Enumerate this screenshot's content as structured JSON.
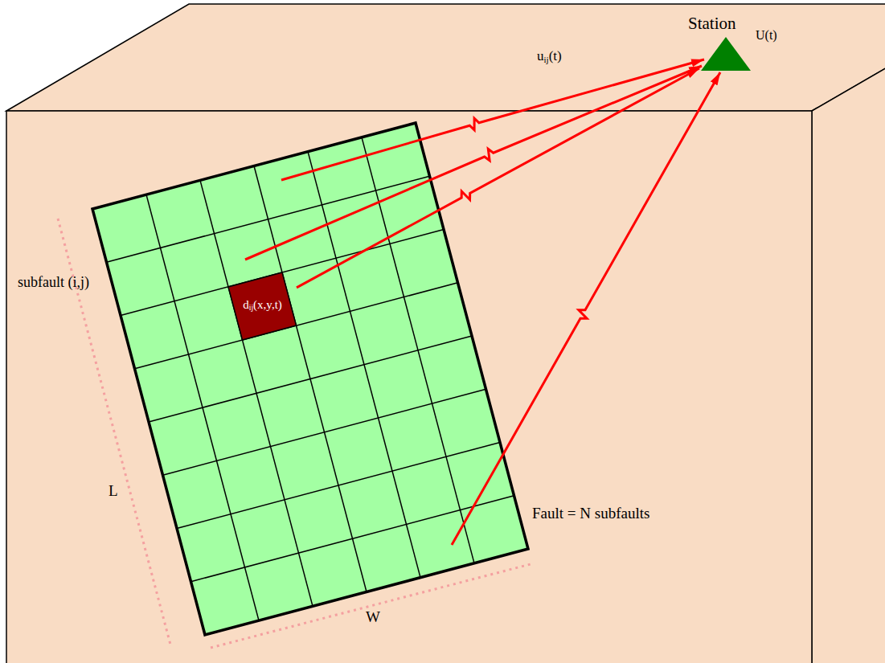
{
  "diagram": {
    "nodes": [
      {
        "text": [
          "Station",
          "U(t)"
        ]
      },
      {
        "text": [
          "dij(x,y,t)"
        ]
      }
    ],
    "edges": [
      {
        "from": 1,
        "to": 0,
        "arrow": "to",
        "label": "uij(t)"
      }
    ],
    "labels": [
      "subfault (i,j)",
      "L",
      "W",
      "Fault = N subfaults"
    ]
  }
}
